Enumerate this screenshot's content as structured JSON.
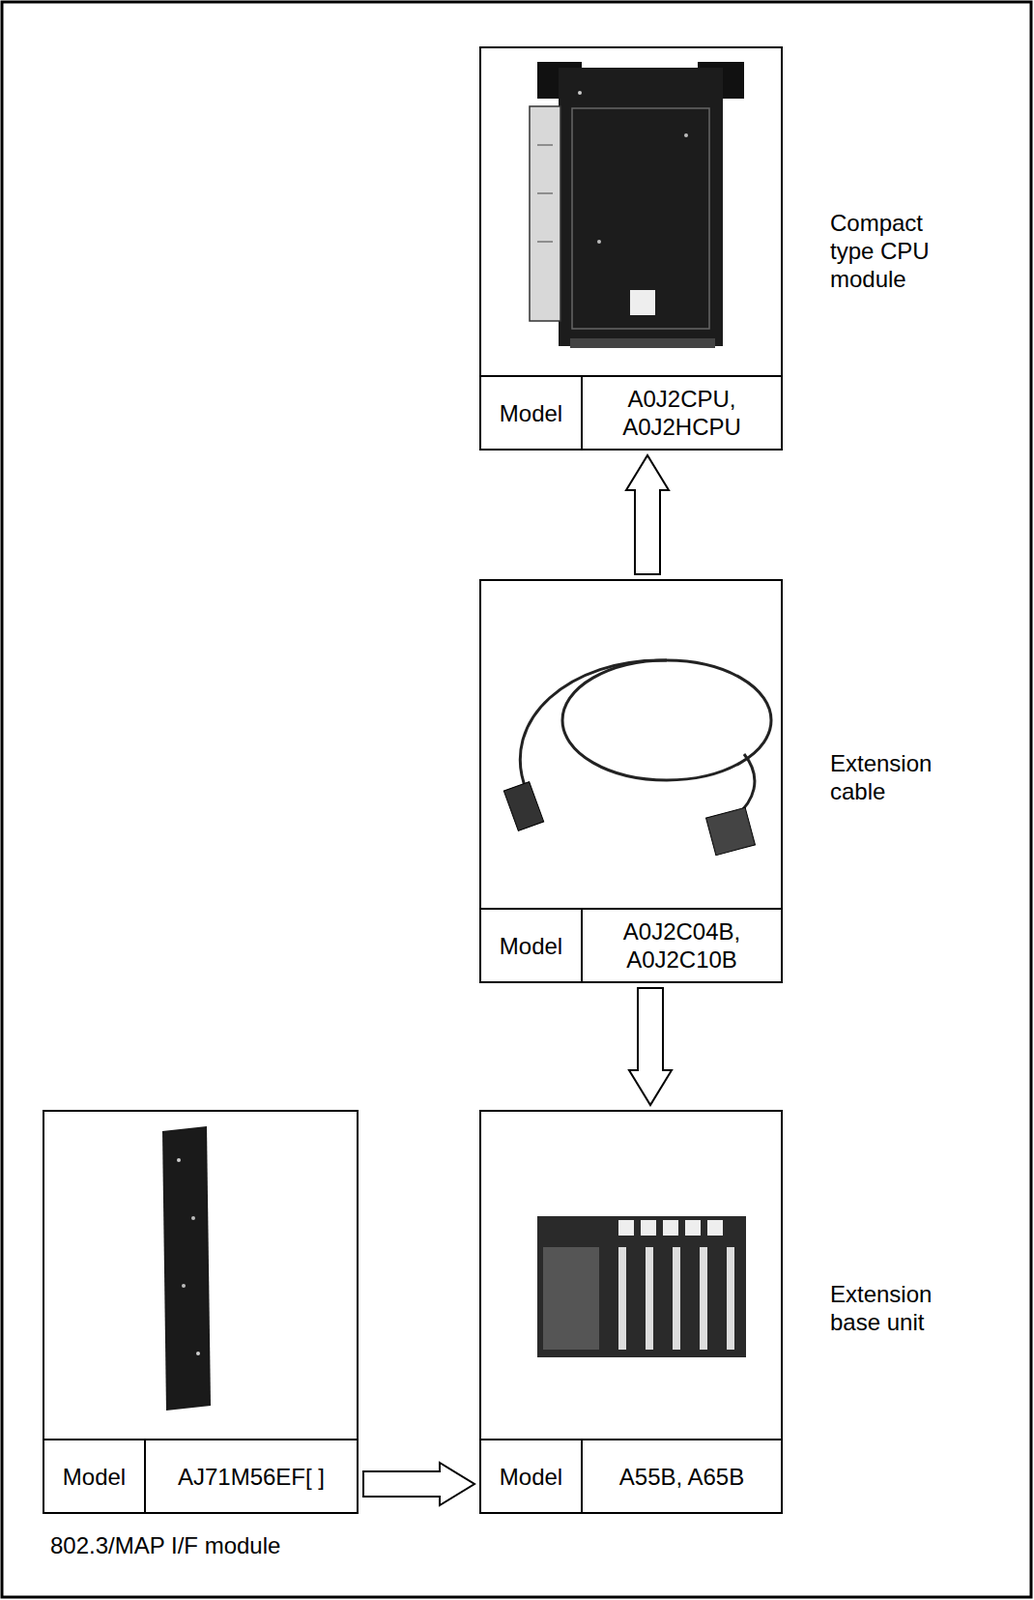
{
  "diagram": {
    "nodes": [
      {
        "text": [
          "Compact type CPU module",
          "Model",
          "A0J2CPU, A0J2HCPU"
        ]
      },
      {
        "text": [
          "Extension cable",
          "Model",
          "A0J2C04B, A0J2C10B"
        ]
      },
      {
        "text": [
          "802.3/MAP I/F module",
          "Model",
          "AJ71M56EF[ ]"
        ]
      },
      {
        "text": [
          "Extension base unit",
          "Model",
          "A55B, A65B"
        ]
      }
    ],
    "edges": [
      {
        "from": 1,
        "to": 0,
        "arrow": "to"
      },
      {
        "from": 1,
        "to": 3,
        "arrow": "to"
      },
      {
        "from": 2,
        "to": 3,
        "arrow": "to"
      }
    ]
  }
}
